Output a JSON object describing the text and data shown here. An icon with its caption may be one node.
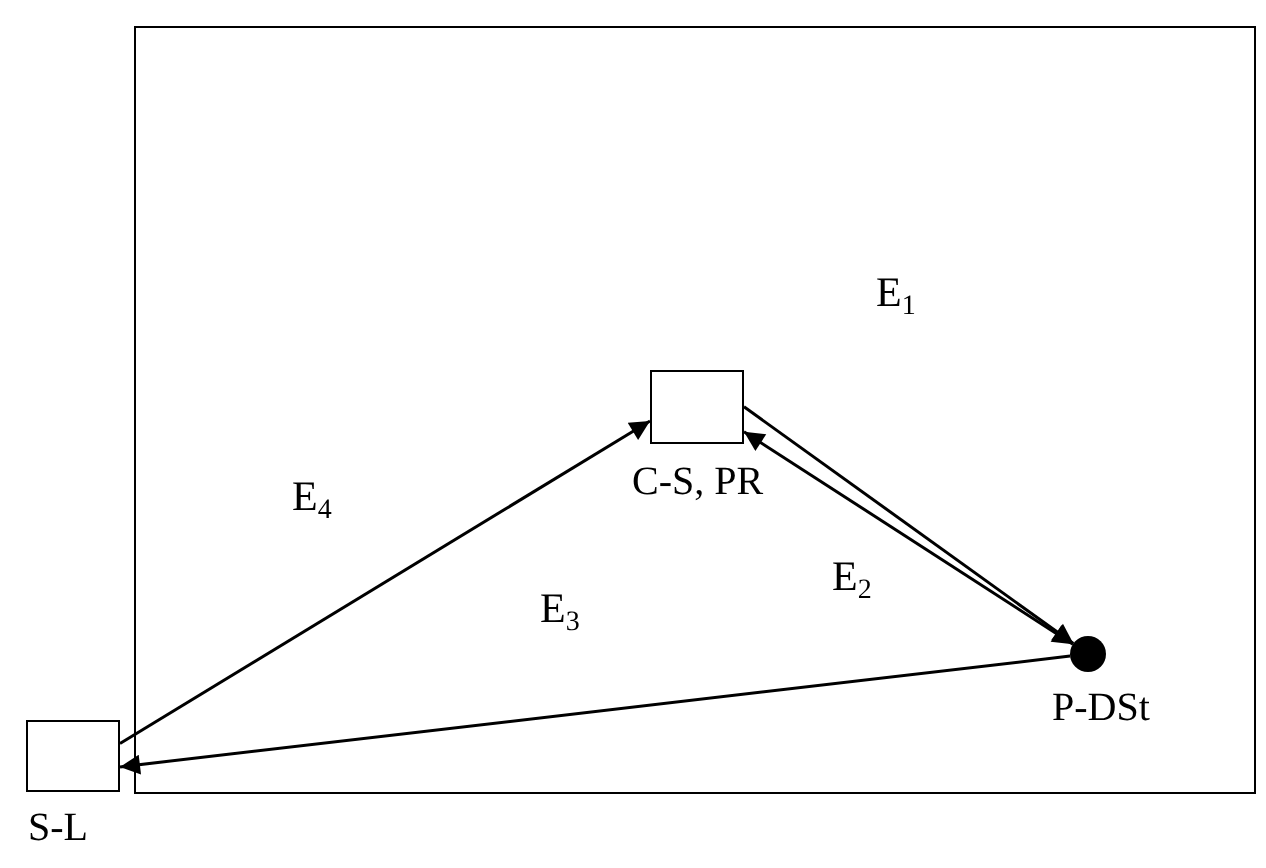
{
  "diagram": {
    "nodes": [
      {
        "text": [],
        "shape": "box"
      },
      {
        "text": [],
        "shape": "box",
        "in": 0,
        "beside": [
          "C-S, PR"
        ]
      },
      {
        "text": [],
        "shape": "circle",
        "in": 0,
        "beside": [
          "P-DSt"
        ]
      },
      {
        "text": [],
        "shape": "box",
        "beside": [
          "S-L"
        ]
      }
    ],
    "edges": [
      {
        "from": 1,
        "to": 2,
        "arrow": "to",
        "label": "E$_{1}$"
      },
      {
        "from": 2,
        "to": 1,
        "arrow": "both",
        "label": "E$_{2}$"
      },
      {
        "from": 2,
        "to": 3,
        "arrow": "to",
        "label": "E$_{3}$"
      },
      {
        "from": 3,
        "to": 1,
        "arrow": "to",
        "label": "E$_{4}$"
      }
    ]
  }
}
